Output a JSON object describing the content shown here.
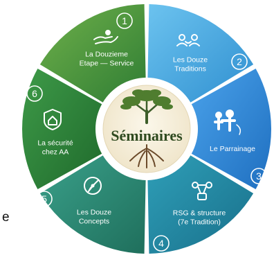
{
  "center": {
    "label": "Séminaires"
  },
  "segments": [
    {
      "number": "1",
      "label_lines": [
        "La Douzieme",
        "Etape — Service"
      ],
      "icon": "helping-hands-icon",
      "color": "#4a9a3e"
    },
    {
      "number": "2",
      "label_lines": [
        "Les Douze",
        "Traditions"
      ],
      "icon": "linked-people-icon",
      "color": "#3fa6dc"
    },
    {
      "number": "3",
      "label_lines": [
        "Le Parrainage"
      ],
      "icon": "sponsor-guidance-icon",
      "color": "#2e86d4"
    },
    {
      "number": "4",
      "label_lines": [
        "RSG & structure",
        "(7e Tradition)"
      ],
      "icon": "network-structure-icon",
      "color": "#1f8aa6"
    },
    {
      "number": "5",
      "label_lines": [
        "Les Douze",
        "Concepts"
      ],
      "icon": "compass-icon",
      "color": "#2d8f7f"
    },
    {
      "number": "6",
      "label_lines": [
        "La sécurité",
        "chez AA"
      ],
      "icon": "shield-home-icon",
      "color": "#2e7d3b"
    }
  ],
  "stray_text": "e",
  "colors": {
    "center_fill": "#f5eedd",
    "center_text": "#2f4a1f",
    "tree": "#3d5e2a",
    "roots": "#6b4a2a"
  }
}
